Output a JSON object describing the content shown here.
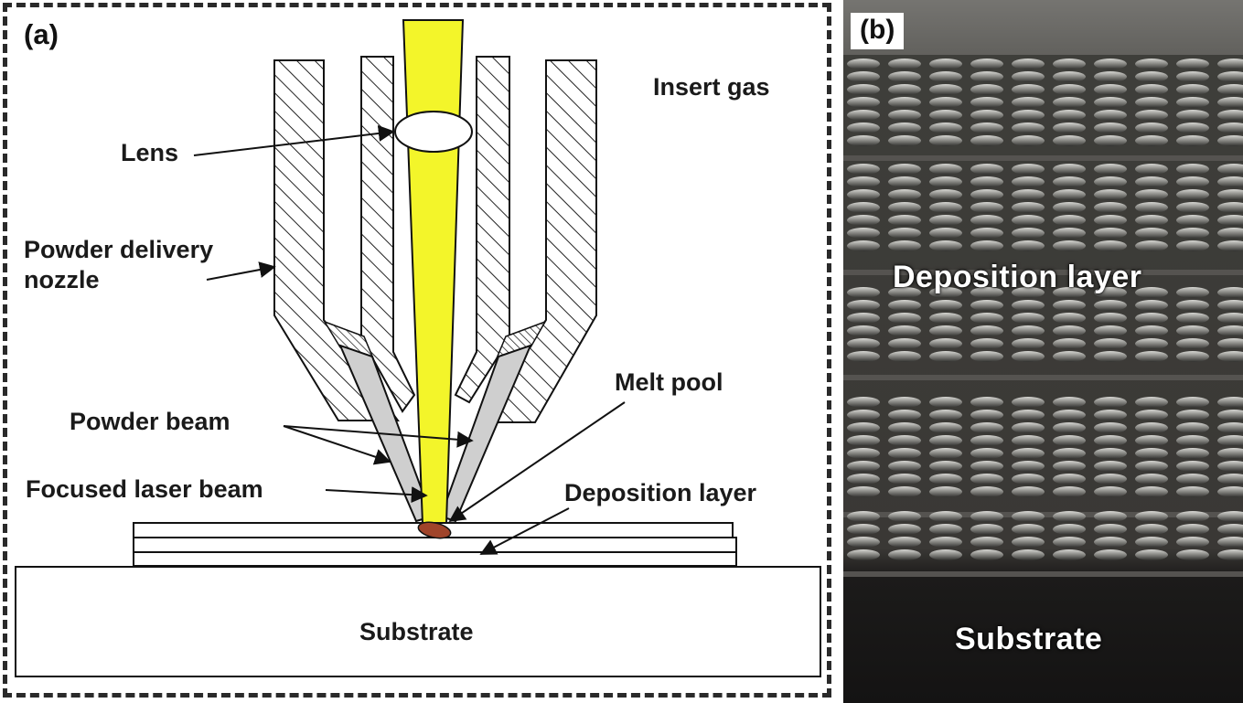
{
  "panel_a": {
    "tag": "(a)",
    "labels": {
      "insert_gas": "Insert gas",
      "lens": "Lens",
      "nozzle_line1": "Powder delivery",
      "nozzle_line2": "nozzle",
      "melt_pool": "Melt pool",
      "powder_beam": "Powder beam",
      "focused_laser": "Focused laser beam",
      "deposition_layer": "Deposition layer",
      "substrate": "Substrate"
    },
    "colors": {
      "laser": "#f3f52a",
      "powder": "#cfcfcf",
      "melt_pool": "#a0442a",
      "hatch": "#222222"
    }
  },
  "panel_b": {
    "tag": "(b)",
    "labels": {
      "deposition_layer": "Deposition layer",
      "substrate": "Substrate"
    }
  }
}
